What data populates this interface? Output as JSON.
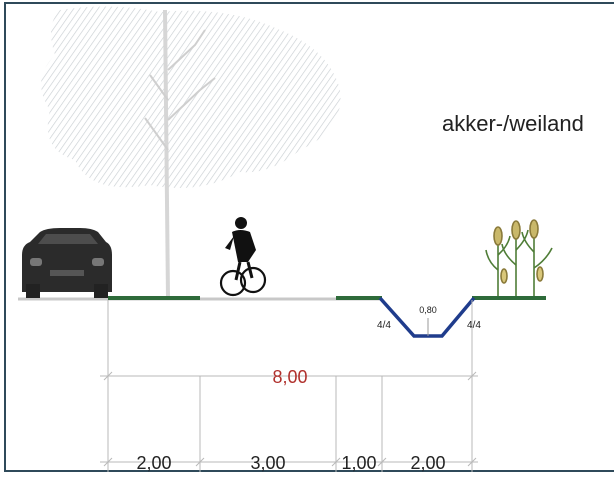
{
  "land_label": "akker-/weiland",
  "total_width": "8,00",
  "segments": [
    "2,00",
    "3,00",
    "1,00",
    "2,00"
  ],
  "ditch": {
    "depth": "0,80",
    "slope_left": "4/4",
    "slope_right": "4/4"
  },
  "colors": {
    "frame": "#2f4a5a",
    "road": "#c8c8c8",
    "grass": "#2e6b3a",
    "ditch": "#1f3c8c",
    "total_dimension": "#b0302c",
    "dimension_lines": "#b9b9b9"
  },
  "icons": [
    "car-icon",
    "tree-icon",
    "cyclist-icon",
    "corn-icon"
  ]
}
